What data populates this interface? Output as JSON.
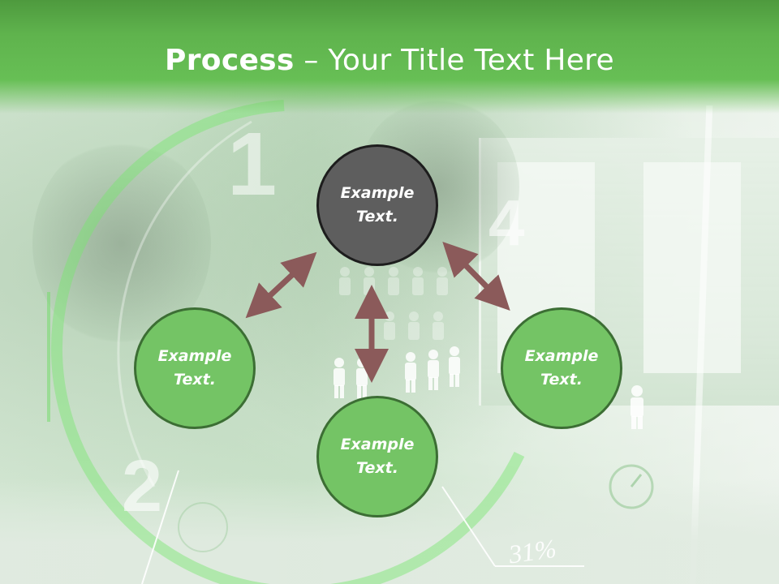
{
  "title": {
    "bold": "Process",
    "rest": " – Your Title Text Here"
  },
  "nodes": {
    "top": "Example\nText.",
    "left": "Example\nText.",
    "right": "Example\nText.",
    "bottom": "Example\nText."
  },
  "background_text": {
    "num1": "1",
    "num2": "2",
    "num4": "4",
    "percent": "31%"
  },
  "colors": {
    "header": "#5fb34d",
    "node_green": "#74c465",
    "node_grey": "#5e5e5e",
    "arrow": "#8b5a5a"
  }
}
